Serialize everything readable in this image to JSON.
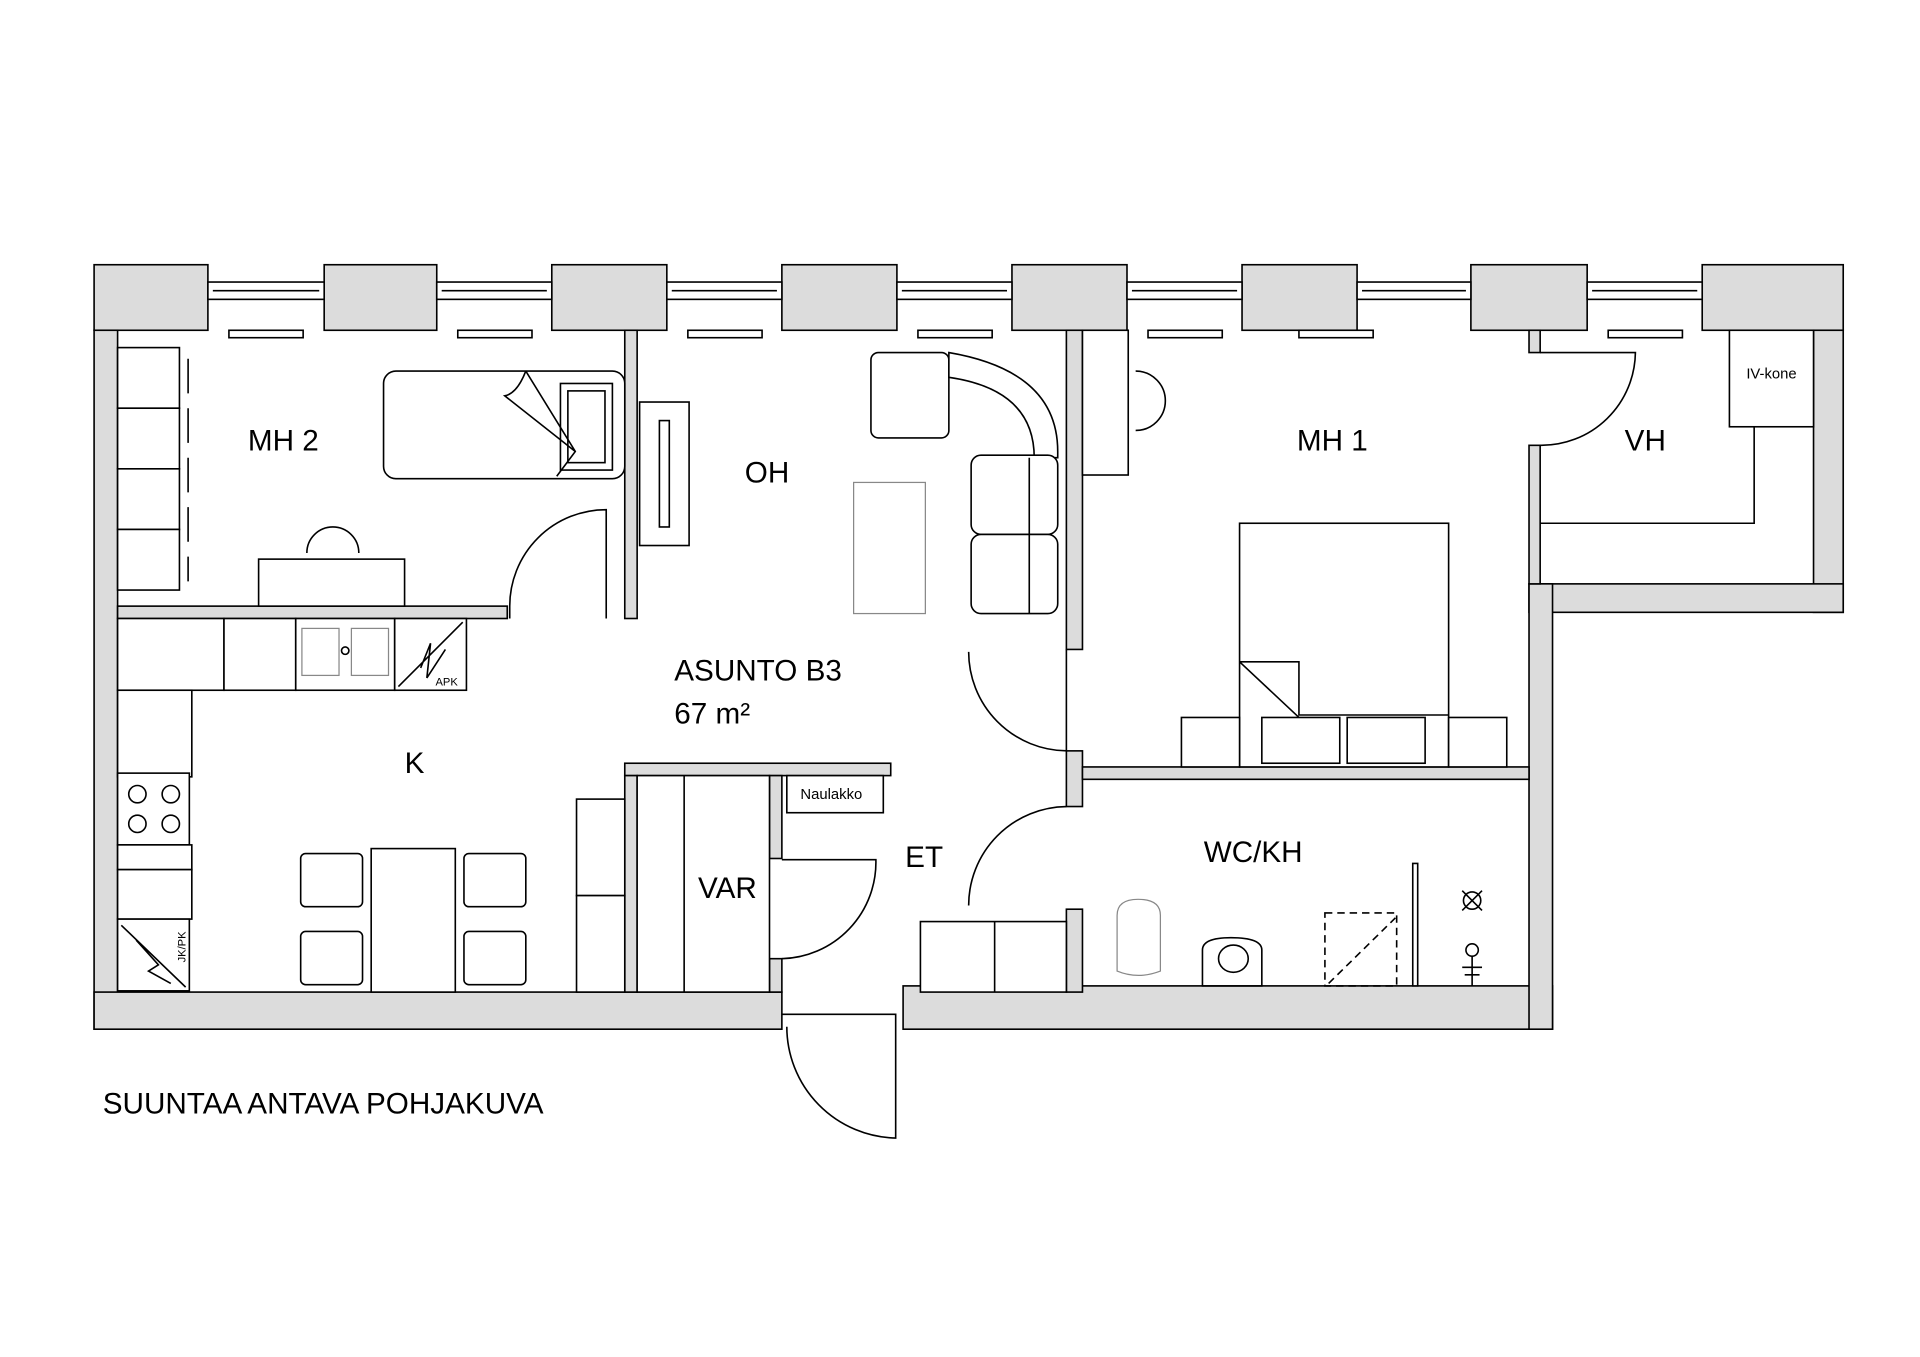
{
  "plan": {
    "apartment": "ASUNTO B3",
    "area": "67 m²",
    "caption": "SUUNTAA ANTAVA POHJAKUVA",
    "rooms": {
      "mh2": "MH 2",
      "oh": "OH",
      "mh1": "MH 1",
      "vh": "VH",
      "k": "K",
      "var": "VAR",
      "et": "ET",
      "wckh": "WC/KH"
    },
    "fixtures": {
      "iv_kone": "IV-kone",
      "naulakko": "Naulakko",
      "apk": "APK",
      "jkpk": "JK/PK"
    },
    "colors": {
      "wall": "#dcdcdc",
      "line": "#000000"
    }
  }
}
